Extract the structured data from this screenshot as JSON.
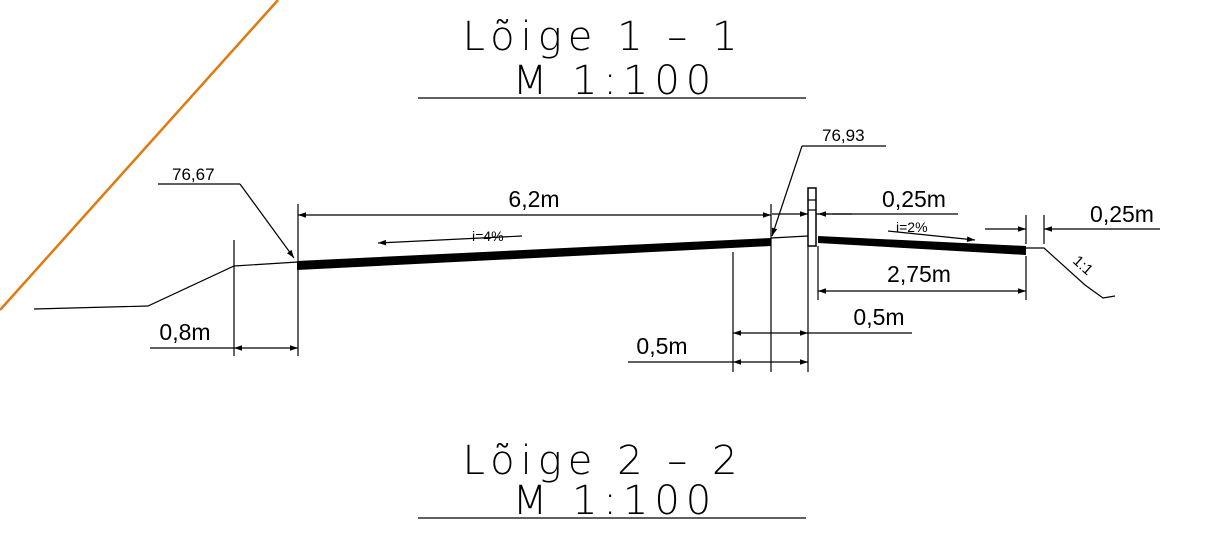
{
  "colors": {
    "ink": "#000000",
    "accent": "#e07a10",
    "background": "#ffffff"
  },
  "section1": {
    "title": "Lõige 1 – 1",
    "scale": "M 1:100"
  },
  "section2": {
    "title": "Lõige 2 – 2",
    "scale": "M 1:100"
  },
  "elevations": {
    "left": "76,67",
    "right": "76,93"
  },
  "slopes": {
    "left": "i=4%",
    "right": "i=2%",
    "embankment": "1:1"
  },
  "dimensions": {
    "main_width": "6,2m",
    "right_width": "2,75m",
    "shoulder_left": "0,8m",
    "offset_bottom_left": "0,5m",
    "offset_bottom_right": "0,5m",
    "top_right_a": "0,25m",
    "top_right_b": "0,25m"
  }
}
